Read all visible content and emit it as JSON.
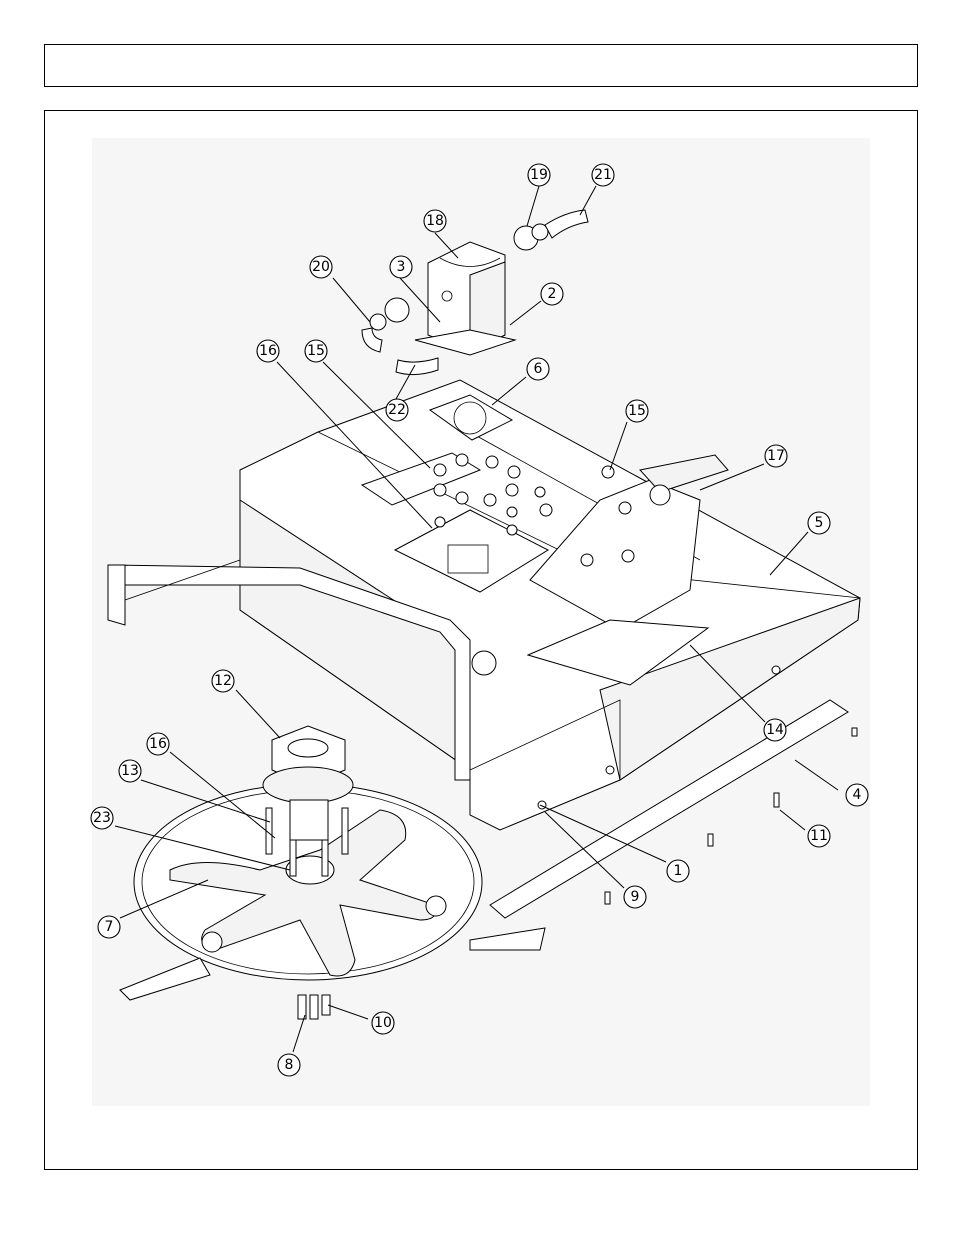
{
  "header": {
    "title": ""
  },
  "diagram": {
    "callouts": [
      {
        "id": "c1",
        "label": "1"
      },
      {
        "id": "c2",
        "label": "2"
      },
      {
        "id": "c3",
        "label": "3"
      },
      {
        "id": "c4",
        "label": "4"
      },
      {
        "id": "c5",
        "label": "5"
      },
      {
        "id": "c6",
        "label": "6"
      },
      {
        "id": "c7",
        "label": "7"
      },
      {
        "id": "c8",
        "label": "8"
      },
      {
        "id": "c9",
        "label": "9"
      },
      {
        "id": "c10",
        "label": "10"
      },
      {
        "id": "c11",
        "label": "11"
      },
      {
        "id": "c12",
        "label": "12"
      },
      {
        "id": "c13",
        "label": "13"
      },
      {
        "id": "c14",
        "label": "14"
      },
      {
        "id": "c15a",
        "label": "15"
      },
      {
        "id": "c15b",
        "label": "15"
      },
      {
        "id": "c16a",
        "label": "16"
      },
      {
        "id": "c16b",
        "label": "16"
      },
      {
        "id": "c17",
        "label": "17"
      },
      {
        "id": "c18",
        "label": "18"
      },
      {
        "id": "c19",
        "label": "19"
      },
      {
        "id": "c20",
        "label": "20"
      },
      {
        "id": "c21",
        "label": "21"
      },
      {
        "id": "c22",
        "label": "22"
      },
      {
        "id": "c23",
        "label": "23"
      }
    ]
  }
}
